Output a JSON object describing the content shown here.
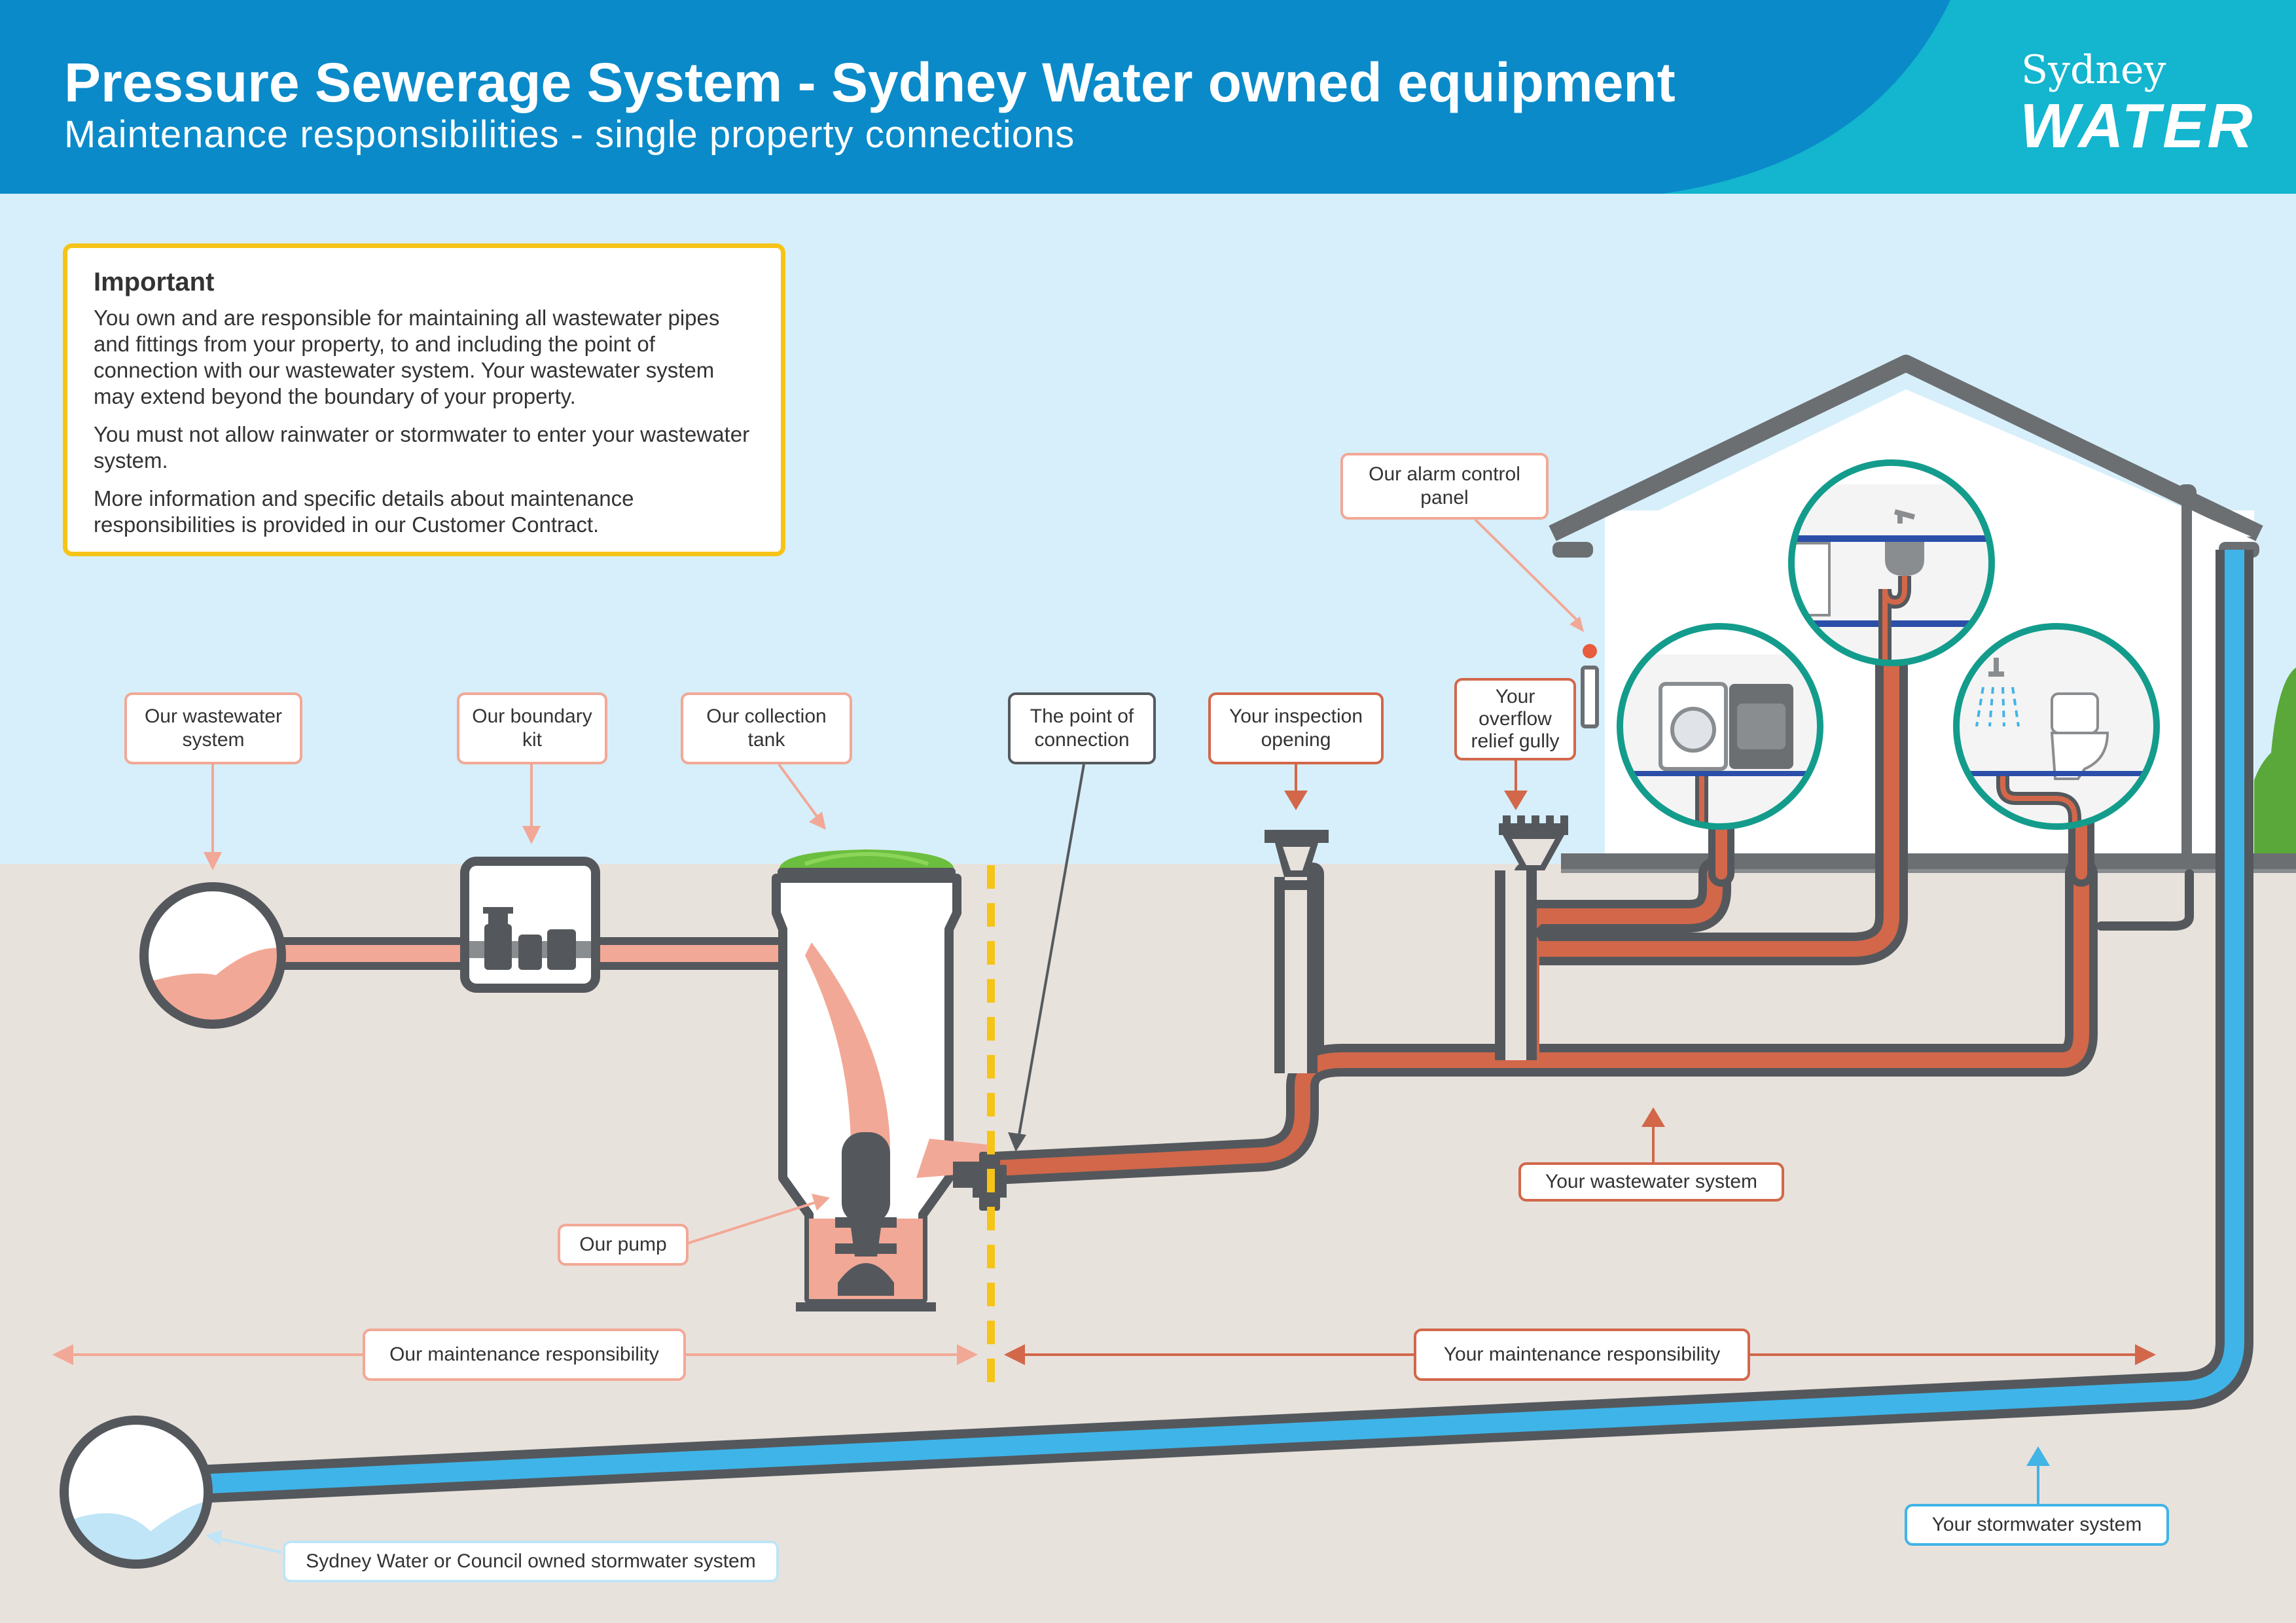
{
  "header": {
    "title": "Pressure Sewerage System - Sydney Water owned equipment",
    "subtitle": "Maintenance responsibilities - single property connections",
    "logo_top": "Sydney",
    "logo_bottom": "WATER"
  },
  "important": {
    "heading": "Important",
    "paragraphs": [
      "You own and are responsible for maintaining all wastewater pipes and fittings from your property, to and including the point of connection with our wastewater system. Your wastewater system may extend beyond the boundary of your property.",
      "You must not allow rainwater or stormwater to enter your wastewater system.",
      "More information and specific details about maintenance responsibilities is provided in our Customer Contract."
    ]
  },
  "labels": {
    "our_wastewater_system": "Our wastewater system",
    "our_boundary_kit": "Our boundary kit",
    "our_collection_tank": "Our collection tank",
    "point_of_connection": "The point of connection",
    "your_inspection_opening": "Your inspection opening",
    "your_overflow_relief_gully": "Your overflow relief gully",
    "our_alarm_control_panel": "Our alarm control panel",
    "your_wastewater_system": "Your wastewater system",
    "our_pump": "Our pump",
    "our_maintenance_responsibility": "Our maintenance responsibility",
    "your_maintenance_responsibility": "Your maintenance responsibility",
    "your_stormwater_system": "Your stormwater system",
    "council_stormwater_system": "Sydney Water or Council owned stormwater system"
  },
  "colors": {
    "header_blue": "#0a8ac9",
    "header_teal": "#13b5cf",
    "sky": "#d7effa",
    "ground": "#e8e2dc",
    "important_border": "#f6c417",
    "our_pink": "#f2a896",
    "your_orange": "#d2674a",
    "storm_blue": "#3fb4e8",
    "pipe_grey": "#54585c",
    "boundary_yellow": "#f6c417",
    "tank_lid_green": "#6cbf3e",
    "appliance_teal": "#139c8c"
  }
}
